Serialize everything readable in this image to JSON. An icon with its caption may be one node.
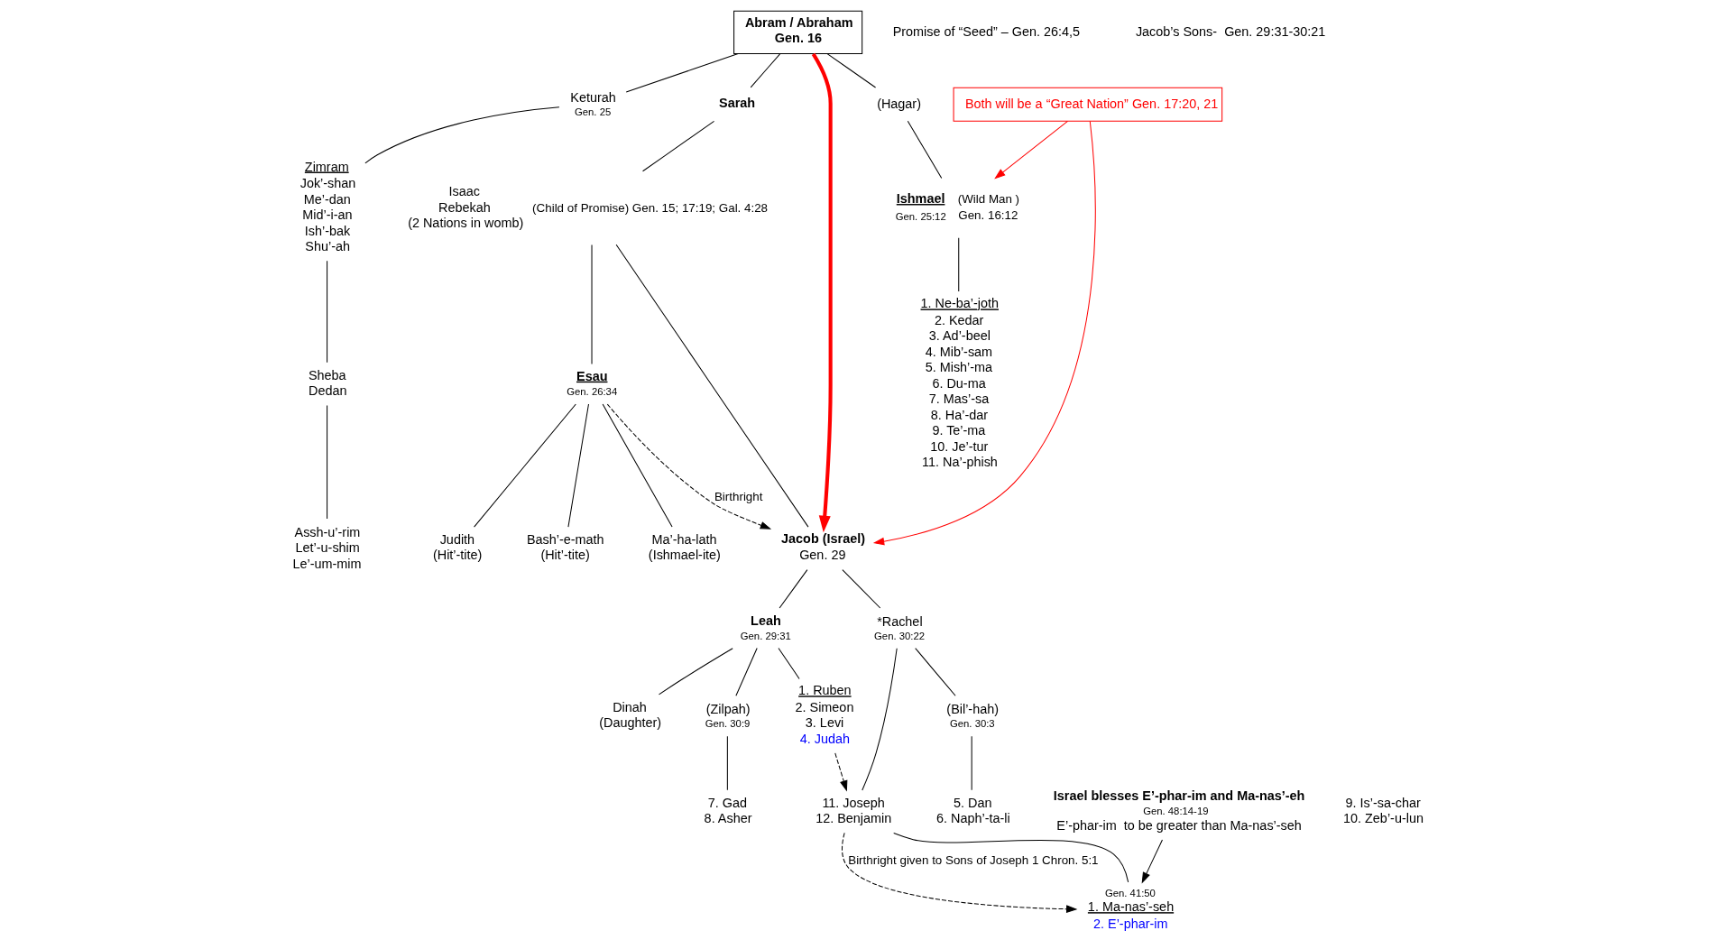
{
  "diagram": {
    "nodes": [
      {
        "text": [
          "Abram / Abraham",
          "Gen. 16"
        ]
      },
      {
        "text": [
          "Sarah"
        ]
      },
      {
        "text": [
          "Keturah",
          "Gen. 25"
        ]
      },
      {
        "text": [
          "(Hagar)"
        ]
      },
      {
        "text": [
          "Isaac",
          "Rebekah",
          "(2 Nations in womb)"
        ],
        "beside": [
          "(Child of Promise) Gen. 15; 17:19; Gal. 4:28"
        ]
      },
      {
        "text": [
          "Esau",
          "Gen. 26:34"
        ]
      },
      {
        "text": [
          "Jacob (Israel)",
          "Gen. 29"
        ]
      },
      {
        "text": [
          "Zimram",
          "Jok’-shan",
          "Me’-dan",
          "Mid’-i-an",
          "Ish’-bak",
          "Shu’-ah"
        ]
      },
      {
        "text": [
          "Sheba",
          "Dedan"
        ]
      },
      {
        "text": [
          "Assh-u’-rim",
          "Let’-u-shim",
          "Le’-um-mim"
        ]
      },
      {
        "text": [
          "Ishmael",
          "Gen. 25:12"
        ],
        "beside": [
          "(Wild Man )",
          "Gen. 16:12"
        ]
      },
      {
        "text": [
          "1. Ne-ba’-joth",
          "2. Kedar",
          "3. Ad’-beel",
          "4. Mib’-sam",
          "5. Mish’-ma",
          "6. Du-ma",
          "7. Mas’-sa",
          "8. Ha’-dar",
          "9. Te’-ma",
          "10. Je’-tur",
          "11. Na’-phish"
        ]
      },
      {
        "text": [
          "Judith",
          "(Hit’-tite)"
        ]
      },
      {
        "text": [
          "Bash’-e-math",
          "(Hit’-tite)"
        ]
      },
      {
        "text": [
          "Ma’-ha-lath",
          "(Ishmael-ite)"
        ]
      },
      {
        "text": [
          "Leah",
          "Gen. 29:31"
        ]
      },
      {
        "text": [
          "*Rachel",
          "Gen. 30:22"
        ]
      },
      {
        "text": [
          "(Zilpah)",
          "Gen. 30:9"
        ]
      },
      {
        "text": [
          "(Bil’-hah)",
          "Gen. 30:3"
        ]
      },
      {
        "text": [
          "1. Ruben",
          "2. Simeon",
          "3. Levi",
          "4. Judah"
        ]
      },
      {
        "text": [
          "9. Is’-sa-char",
          "10. Zeb’-u-lun"
        ]
      },
      {
        "text": [
          "Dinah",
          "(Daughter)"
        ]
      },
      {
        "text": [
          "7. Gad",
          "8. Asher"
        ]
      },
      {
        "text": [
          "5. Dan",
          "6. Naph’-ta-li"
        ]
      },
      {
        "text": [
          "11. Joseph",
          "12. Benjamin"
        ]
      },
      {
        "text": [
          "Gen. 41:50",
          "1. Ma-nas’-seh",
          "2. E’-phar-im"
        ]
      },
      {
        "text": [
          "Israel blesses E’-phar-im and Ma-nas’-eh",
          "Gen. 48:14-19",
          "E’-phar-im  to be greater than Ma-nas’-seh"
        ]
      },
      {
        "text": [
          "Both will be a “Great Nation” Gen. 17:20, 21"
        ]
      }
    ],
    "edges": [
      {
        "from": 0,
        "to": 1,
        "arrow": "none"
      },
      {
        "from": 0,
        "to": 2,
        "arrow": "none"
      },
      {
        "from": 0,
        "to": 3,
        "arrow": "none"
      },
      {
        "from": 1,
        "to": 4,
        "arrow": "none"
      },
      {
        "from": 4,
        "to": 5,
        "arrow": "none"
      },
      {
        "from": 4,
        "to": 6,
        "arrow": "none"
      },
      {
        "from": 2,
        "to": 7,
        "arrow": "none"
      },
      {
        "from": 7,
        "to": 8,
        "arrow": "none"
      },
      {
        "from": 8,
        "to": 9,
        "arrow": "none"
      },
      {
        "from": 3,
        "to": 10,
        "arrow": "none"
      },
      {
        "from": 10,
        "to": 11,
        "arrow": "none"
      },
      {
        "from": 5,
        "to": 12,
        "arrow": "none"
      },
      {
        "from": 5,
        "to": 13,
        "arrow": "none"
      },
      {
        "from": 5,
        "to": 14,
        "arrow": "none"
      },
      {
        "from": 5,
        "to": 6,
        "label": "Birthright",
        "arrow": "to",
        "style": "dashed"
      },
      {
        "from": 6,
        "to": 15,
        "arrow": "none"
      },
      {
        "from": 6,
        "to": 16,
        "arrow": "none"
      },
      {
        "from": 15,
        "to": 17,
        "arrow": "none"
      },
      {
        "from": 16,
        "to": 18,
        "arrow": "none"
      },
      {
        "from": 15,
        "to": 19,
        "arrow": "none"
      },
      {
        "from": 15,
        "to": 21,
        "arrow": "none"
      },
      {
        "from": 17,
        "to": 22,
        "arrow": "none"
      },
      {
        "from": 18,
        "to": 23,
        "arrow": "none"
      },
      {
        "from": 16,
        "to": 24,
        "arrow": "none"
      },
      {
        "from": 24,
        "to": 25,
        "arrow": "none"
      },
      {
        "from": 19,
        "to": 24,
        "arrow": "to",
        "style": "dashed"
      },
      {
        "from": 24,
        "to": 25,
        "label": "Birthright given to Sons of Joseph 1 Chron. 5:1",
        "arrow": "to",
        "style": "dashed"
      },
      {
        "from": 26,
        "to": 25,
        "arrow": "to"
      },
      {
        "from": 0,
        "to": 6,
        "arrow": "to",
        "style": "thick",
        "color": "#ff0000"
      },
      {
        "from": 27,
        "to": 6,
        "arrow": "to",
        "color": "#ff0000"
      },
      {
        "from": 27,
        "to": 10,
        "arrow": "to",
        "color": "#ff0000"
      }
    ],
    "labels": [
      "Promise of “Seed” – Gen. 26:4,5",
      "Jacob’s Sons-  Gen. 29:31-30:21"
    ]
  }
}
